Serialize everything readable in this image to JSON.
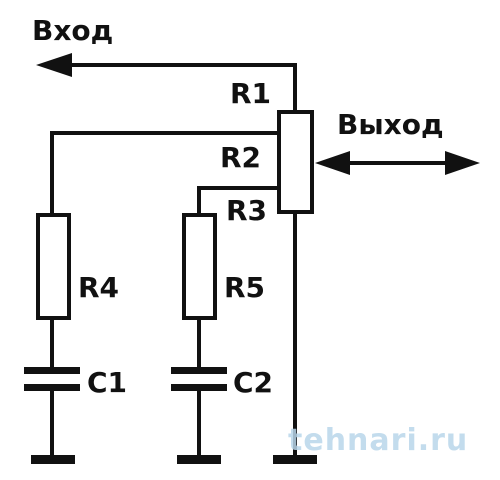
{
  "labels": {
    "input": "Вход",
    "output": "Выход",
    "r1": "R1",
    "r2": "R2",
    "r3": "R3",
    "r4": "R4",
    "r5": "R5",
    "c1": "C1",
    "c2": "C2"
  },
  "watermark": "tehnari.ru",
  "colors": {
    "wire": "#111111",
    "watermark": "#b9d6ea"
  }
}
